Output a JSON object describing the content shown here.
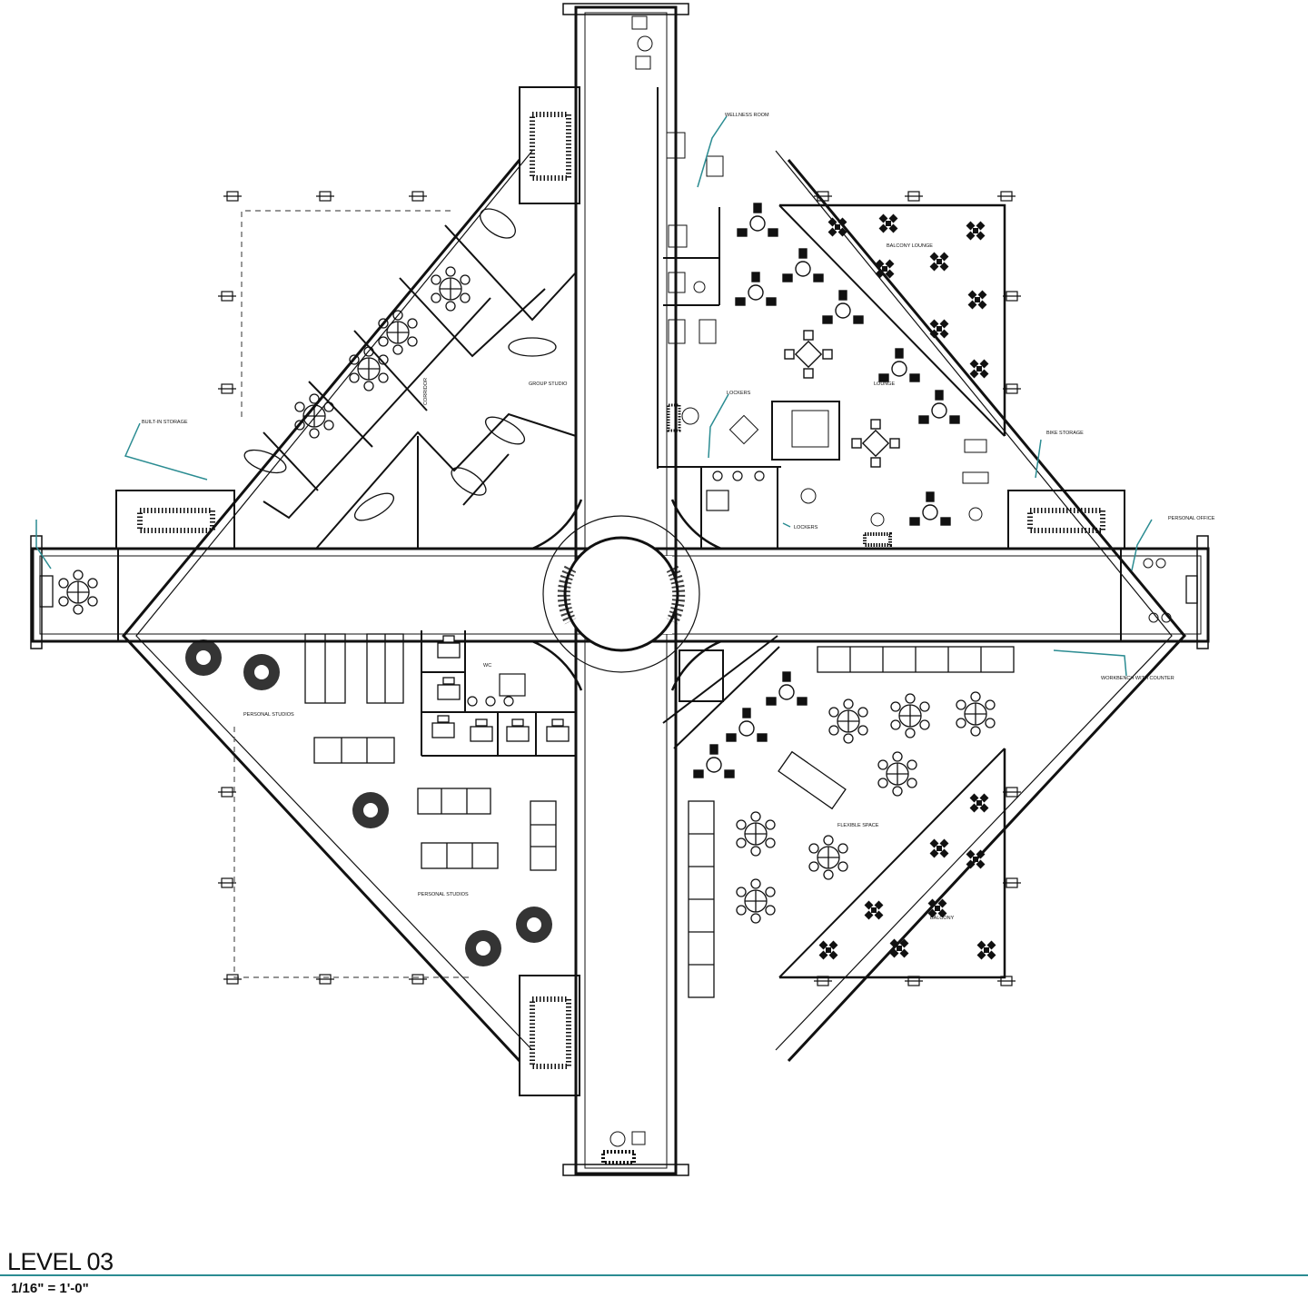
{
  "drawing": {
    "level_title": "LEVEL 03",
    "scale": "1/16\" = 1'-0\"",
    "accent_color": "#2b8c92",
    "line_color": "#111111"
  },
  "rooms": [
    {
      "id": "wellness",
      "label": "WELLNESS ROOM"
    },
    {
      "id": "balcony-lounge",
      "label": "BALCONY LOUNGE"
    },
    {
      "id": "lounge",
      "label": "LOUNGE"
    },
    {
      "id": "lockers-1",
      "label": "LOCKERS"
    },
    {
      "id": "lockers-2",
      "label": "LOCKERS"
    },
    {
      "id": "bike-storage",
      "label": "BIKE STORAGE"
    },
    {
      "id": "personal-office",
      "label": "PERSONAL OFFICE"
    },
    {
      "id": "workbench",
      "label": "WORKBENCH WITH COUNTER"
    },
    {
      "id": "flexible-space",
      "label": "FLEXIBLE SPACE"
    },
    {
      "id": "balcony",
      "label": "BALCONY"
    },
    {
      "id": "personal-studios-1",
      "label": "PERSONAL STUDIOS"
    },
    {
      "id": "personal-studios-2",
      "label": "PERSONAL STUDIOS"
    },
    {
      "id": "group-studio",
      "label": "GROUP STUDIO"
    },
    {
      "id": "built-in-storage",
      "label": "BUILT-IN STORAGE"
    },
    {
      "id": "corridor",
      "label": "CORRIDOR"
    },
    {
      "id": "wc",
      "label": "WC"
    }
  ]
}
